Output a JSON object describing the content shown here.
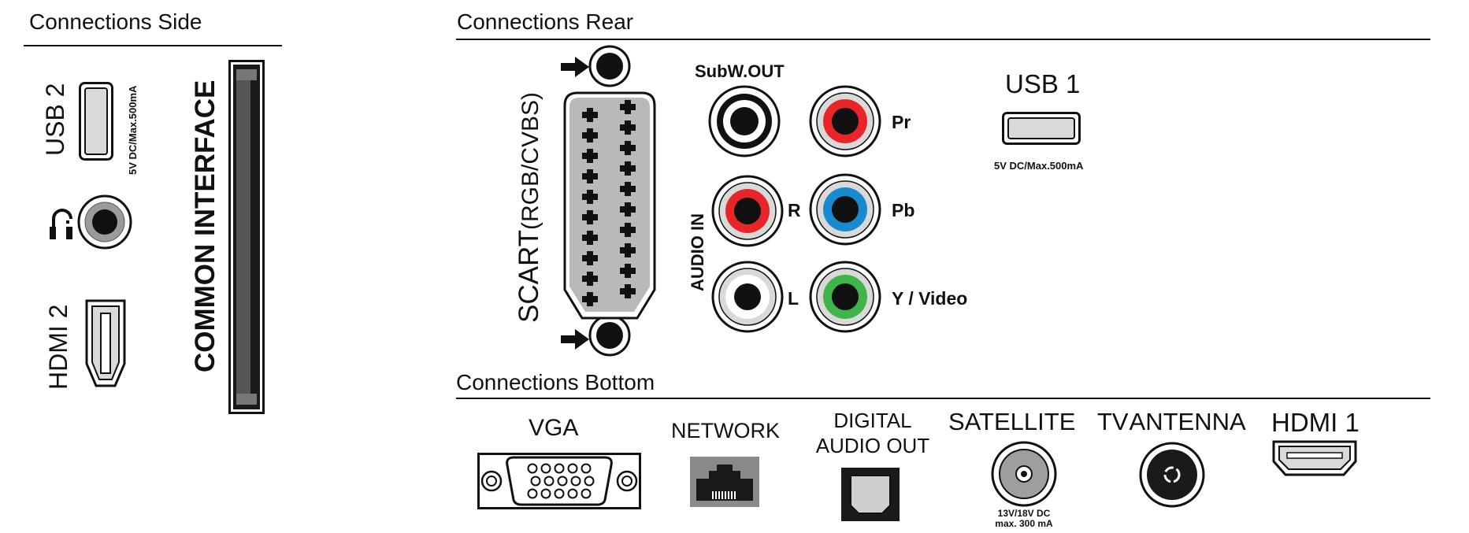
{
  "sections": {
    "side": "Connections Side",
    "rear": "Connections Rear",
    "bottom": "Connections Bottom"
  },
  "side": {
    "usb2_label": "USB 2",
    "usb2_spec": "5V DC/Max.500mA",
    "common_interface": "COMMON INTERFACE",
    "hdmi2_label": "HDMI 2"
  },
  "rear": {
    "scart_label": "SCART",
    "scart_sub": "(RGB/CVBS)",
    "subw_label": "SubW.OUT",
    "audio_in": "AUDIO IN",
    "r_label": "R",
    "l_label": "L",
    "pr_label": "Pr",
    "pb_label": "Pb",
    "y_label": "Y / Video",
    "usb1_label": "USB 1",
    "usb1_spec": "5V DC/Max.500mA"
  },
  "bottom": {
    "vga": "VGA",
    "network": "NETWORK",
    "digital_line1": "DIGITAL",
    "digital_line2": "AUDIO OUT",
    "satellite": "SATELLITE",
    "sat_spec_line1": "13V/18V DC",
    "sat_spec_line2": "max. 300 mA",
    "tv_antenna": "TV ANTENNA",
    "hdmi1": "HDMI 1"
  },
  "colors": {
    "ink": "#111111",
    "jack_red": "#e8262a",
    "jack_blue": "#1a8ad0",
    "jack_green": "#3eb449",
    "scart_fill": "#b9b9b9",
    "port_grey": "#d9d9d9"
  }
}
